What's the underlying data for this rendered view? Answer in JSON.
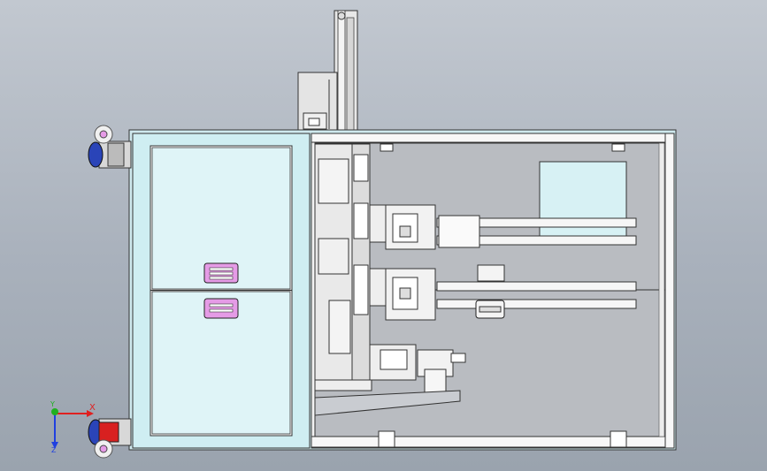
{
  "viewport": {
    "background_top": "#c2c8d0",
    "background_bottom": "#9aa3ae"
  },
  "triad": {
    "x_label": "X",
    "y_label": "Y",
    "z_label": "Z",
    "x_color": "#e02020",
    "y_color": "#20b020",
    "z_color": "#2040e0"
  },
  "model": {
    "frame_color": "#cfeef2",
    "panel_color": "#dff4f7",
    "interior_color": "#b9bcc1",
    "handle_color": "#e59be6",
    "caster_color": "#2a44b8",
    "stop_color": "#d82020"
  }
}
